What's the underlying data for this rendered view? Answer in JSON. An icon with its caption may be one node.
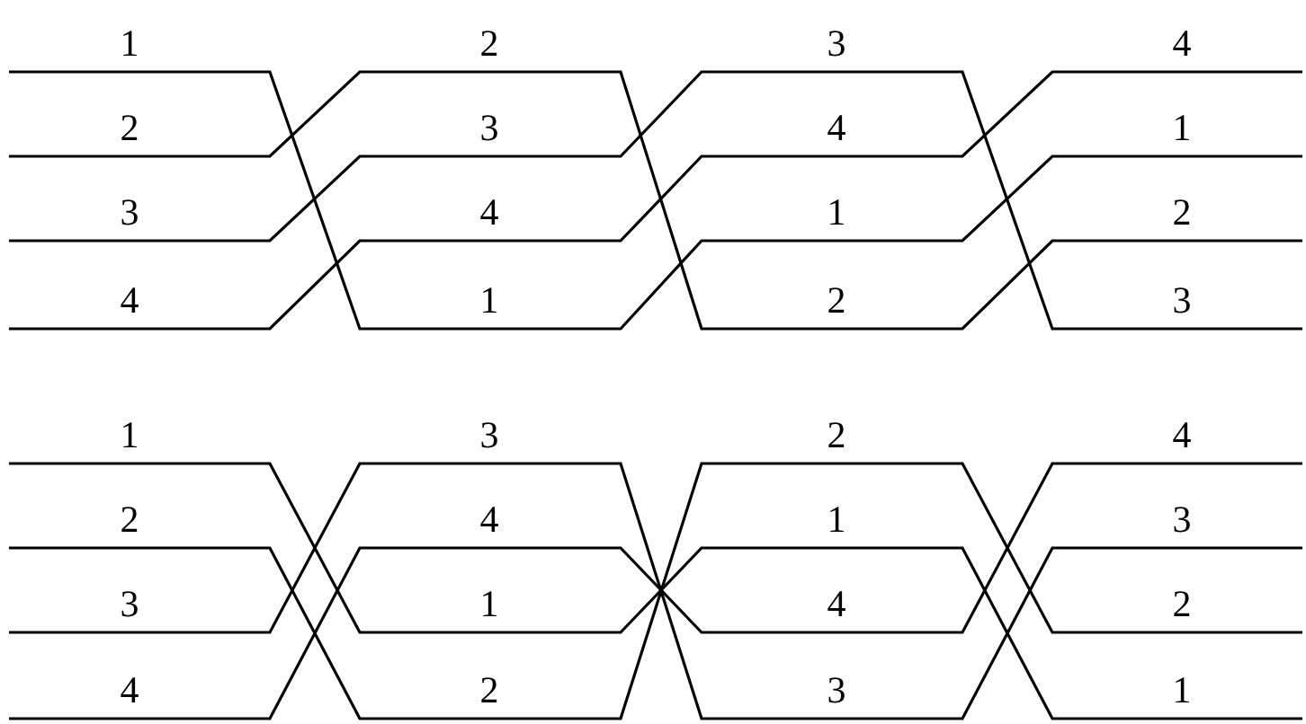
{
  "diagram": {
    "labels": [
      "1",
      "2",
      "3",
      "4",
      "2",
      "3",
      "4",
      "1",
      "3",
      "4",
      "1",
      "2",
      "4",
      "1",
      "2",
      "3",
      "1",
      "3",
      "2",
      "4",
      "2",
      "4",
      "1",
      "3",
      "3",
      "1",
      "4",
      "2",
      "4",
      "2",
      "3",
      "1"
    ]
  }
}
